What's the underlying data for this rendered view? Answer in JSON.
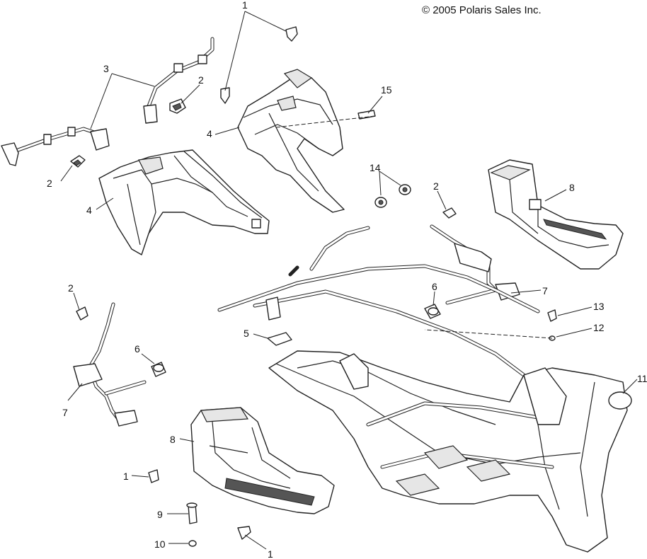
{
  "copyright": "© 2005 Polaris Sales Inc.",
  "callouts": {
    "c1_top": "1",
    "c3": "3",
    "c2_a": "2",
    "c15": "15",
    "c4_right": "4",
    "c2_b": "2",
    "c4_left": "4",
    "c14": "14",
    "c2_c": "2",
    "c8_right": "8",
    "c2_d": "2",
    "c6_right": "6",
    "c7_right": "7",
    "c13": "13",
    "c5": "5",
    "c12": "12",
    "c6_left": "6",
    "c11": "11",
    "c7_left": "7",
    "c8_left": "8",
    "c1_left": "1",
    "c9": "9",
    "c10": "10",
    "c1_bottom": "1"
  }
}
